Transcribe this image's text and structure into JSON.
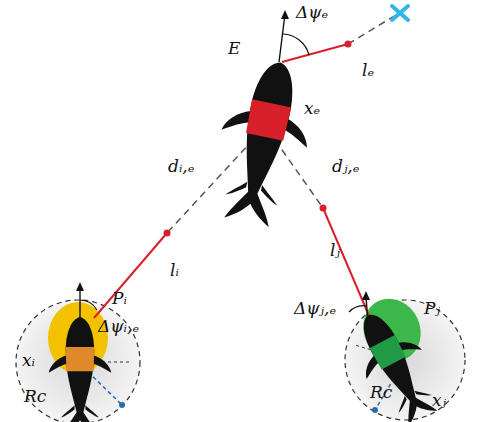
{
  "diagram": {
    "labels": [
      "E",
      "Δψₑ",
      "lₑ",
      "xₑ",
      "dᵢ,ₑ",
      "dⱼ,ₑ",
      "lᵢ",
      "Pᵢ",
      "Δψᵢ,ₑ",
      "xᵢ",
      "Rc",
      "lⱼ",
      "Δψⱼ,ₑ",
      "Pⱼ",
      "Rc",
      "xⱼ"
    ]
  }
}
